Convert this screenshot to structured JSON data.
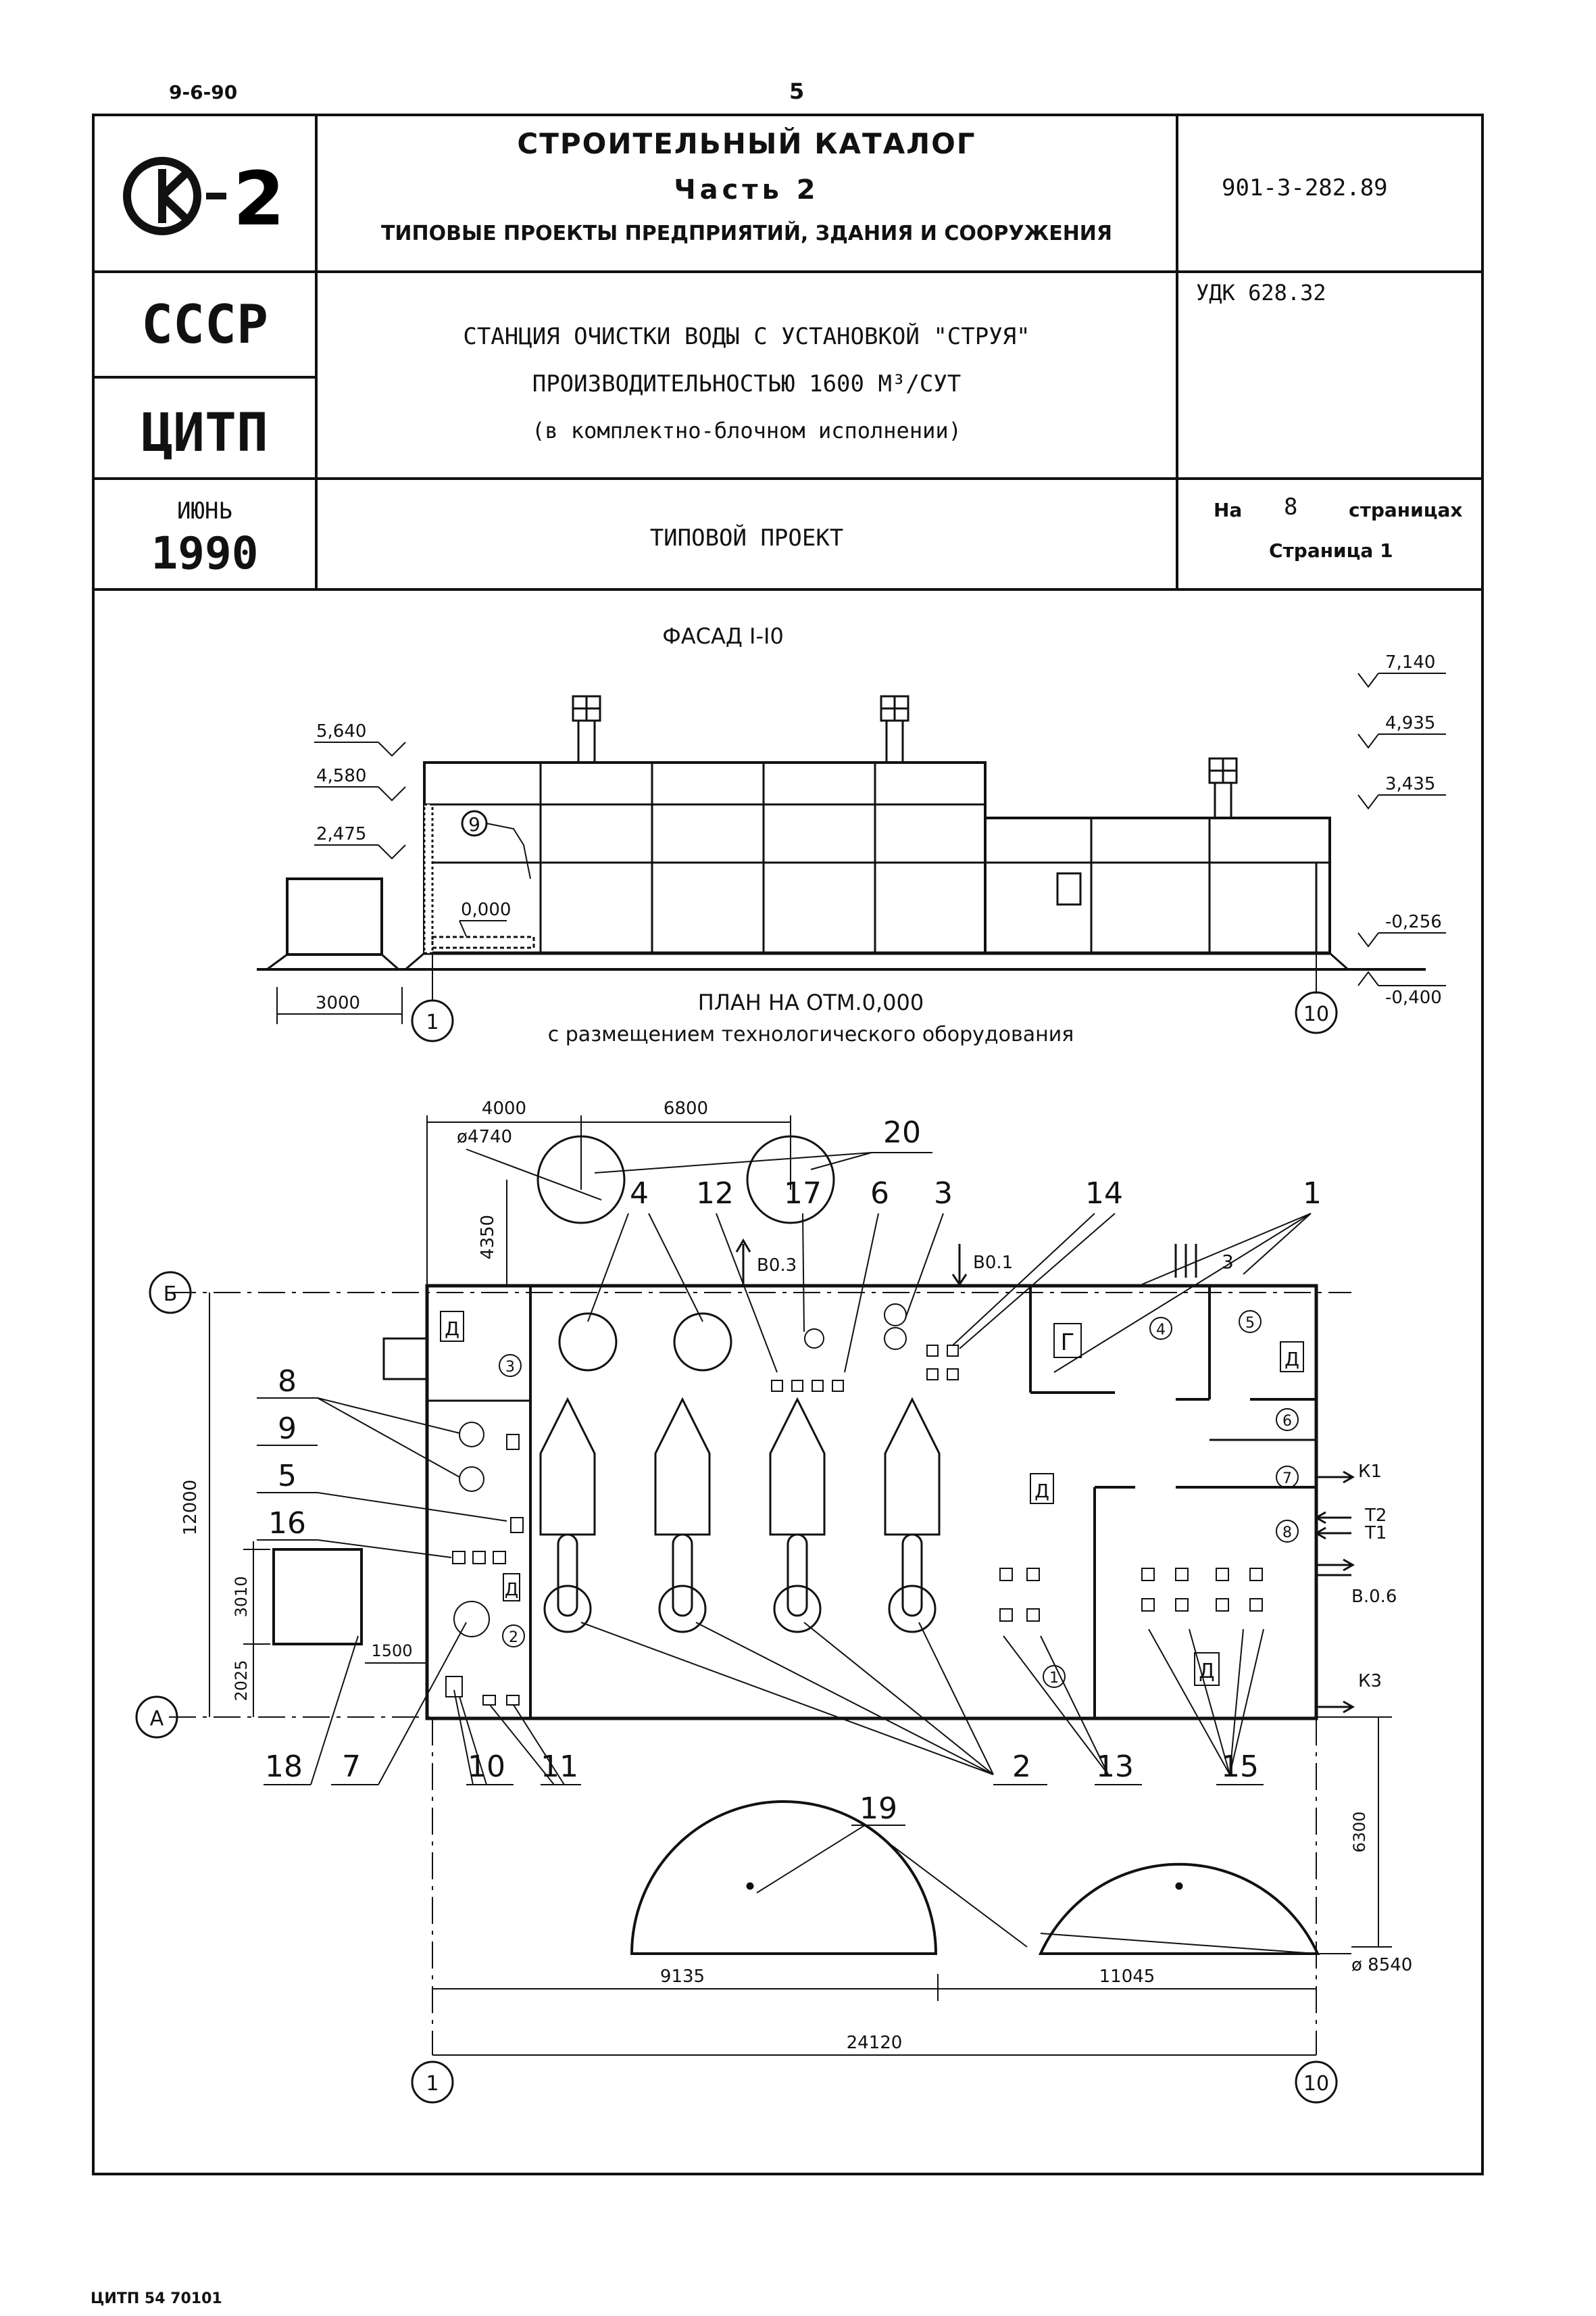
{
  "page": {
    "doc_date": "9-6-90",
    "page_number": "5",
    "footer_code": "ЦИТП 54 70101"
  },
  "stamp": {
    "logo": "К-2",
    "catalog_title": "СТРОИТЕЛЬНЫЙ КАТАЛОГ",
    "part": "Часть 2",
    "section": "ТИПОВЫЕ ПРОЕКТЫ ПРЕДПРИЯТИЙ, ЗДАНИЯ И СООРУЖЕНИЯ",
    "project_code": "901-3-282.89",
    "org_country": "СССР",
    "org_name": "ЦИТП",
    "udk": "УДК 628.32",
    "title_line1": "СТАНЦИЯ ОЧИСТКИ ВОДЫ С УСТАНОВКОЙ \"СТРУЯ\"",
    "title_line2": "ПРОИЗВОДИТЕЛЬНОСТЬЮ 1600 М³/СУТ",
    "title_line3": "(в комплектно-блочном исполнении)",
    "month": "ИЮНЬ",
    "year": "1990",
    "doc_type": "ТИПОВОЙ ПРОЕКТ",
    "pages_prefix": "На",
    "pages_count": "8",
    "pages_suffix": "страницах",
    "page_label": "Страница 1"
  },
  "facade": {
    "title": "ФАСАД I-I0",
    "elevations_left": [
      "5,640",
      "4,580",
      "2,475",
      "0,000"
    ],
    "elevations_right": [
      "7,140",
      "4,935",
      "3,435",
      "-0,256",
      "-0,400"
    ],
    "dim_3000": "3000",
    "callout_9": "9",
    "axis_1": "1",
    "axis_10": "10"
  },
  "plan": {
    "title": "ПЛАН НА ОТМ.0,000",
    "subtitle": "с размещением технологического оборудования",
    "dims": {
      "d4000": "4000",
      "d6800": "6800",
      "d4740": "ø4740",
      "d4350": "4350",
      "d12000": "12000",
      "d3010": "3010",
      "d2025": "2025",
      "d1500": "1500",
      "d6300": "6300",
      "d9135": "9135",
      "d11045": "11045",
      "d24120": "24120",
      "d8540": "ø 8540"
    },
    "axes": {
      "A": "А",
      "B": "Б",
      "one": "1",
      "ten": "10"
    },
    "labels": [
      "1",
      "2",
      "3",
      "4",
      "5",
      "6",
      "7",
      "8",
      "9",
      "10",
      "11",
      "12",
      "13",
      "14",
      "15",
      "16",
      "17",
      "18",
      "19",
      "20"
    ],
    "room_letters": {
      "d": "Д",
      "g": "Г"
    },
    "room_numbers": [
      "1",
      "2",
      "3",
      "4",
      "5",
      "6",
      "7",
      "8"
    ],
    "pipes": {
      "k1": "К1",
      "t2": "Т2",
      "t1": "Т1",
      "v06": "В.0.6",
      "k3": "К3",
      "v03": "В0.3",
      "v01": "В0.1",
      "three": "3"
    }
  }
}
